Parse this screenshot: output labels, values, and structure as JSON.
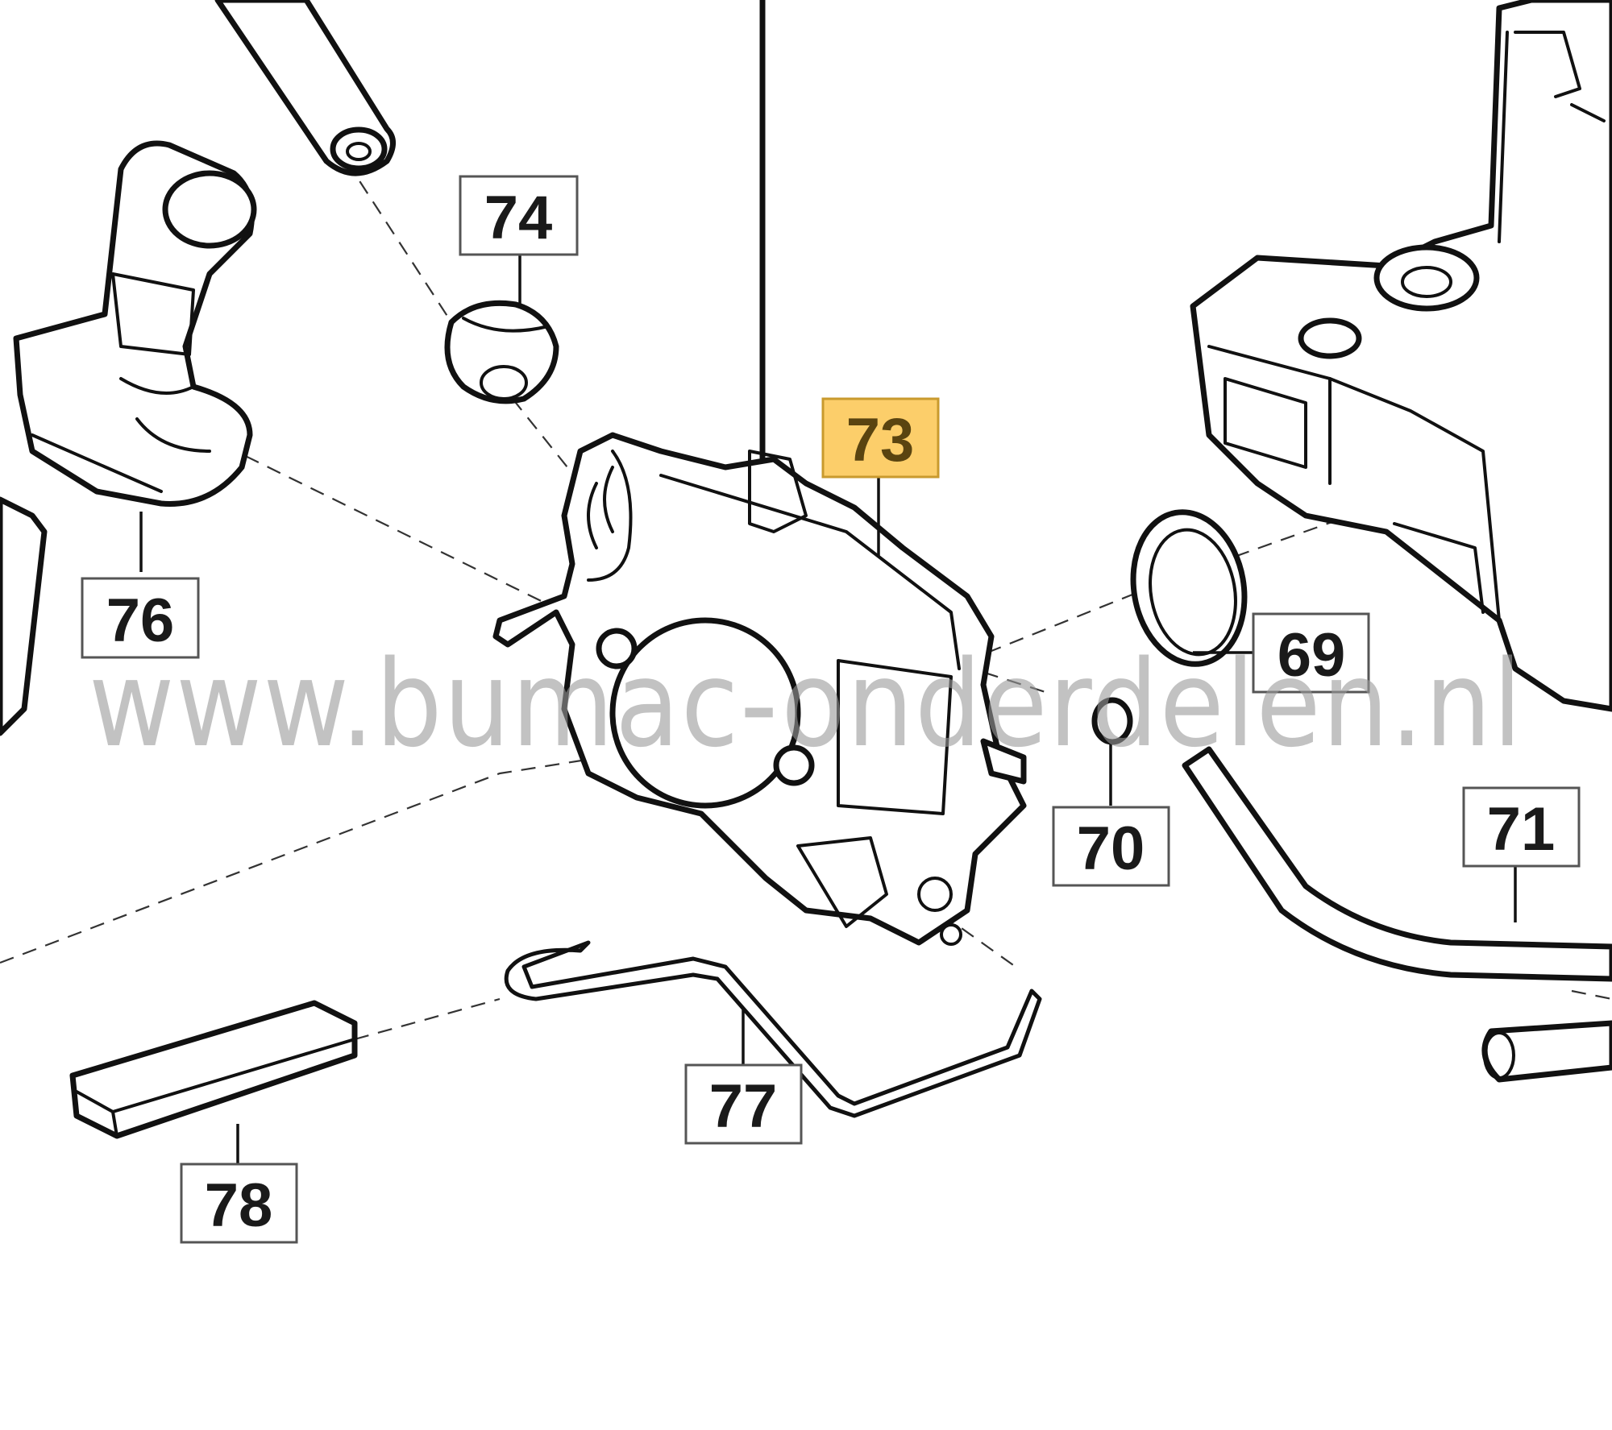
{
  "diagram": {
    "callouts": [
      {
        "id": "69",
        "label": "69",
        "highlighted": false
      },
      {
        "id": "70",
        "label": "70",
        "highlighted": false
      },
      {
        "id": "71",
        "label": "71",
        "highlighted": false
      },
      {
        "id": "73",
        "label": "73",
        "highlighted": true
      },
      {
        "id": "74",
        "label": "74",
        "highlighted": false
      },
      {
        "id": "76",
        "label": "76",
        "highlighted": false
      },
      {
        "id": "77",
        "label": "77",
        "highlighted": false
      },
      {
        "id": "78",
        "label": "78",
        "highlighted": false
      }
    ],
    "highlight_color": "#fcce6a",
    "watermark": "www.bumac-onderdelen.nl"
  }
}
